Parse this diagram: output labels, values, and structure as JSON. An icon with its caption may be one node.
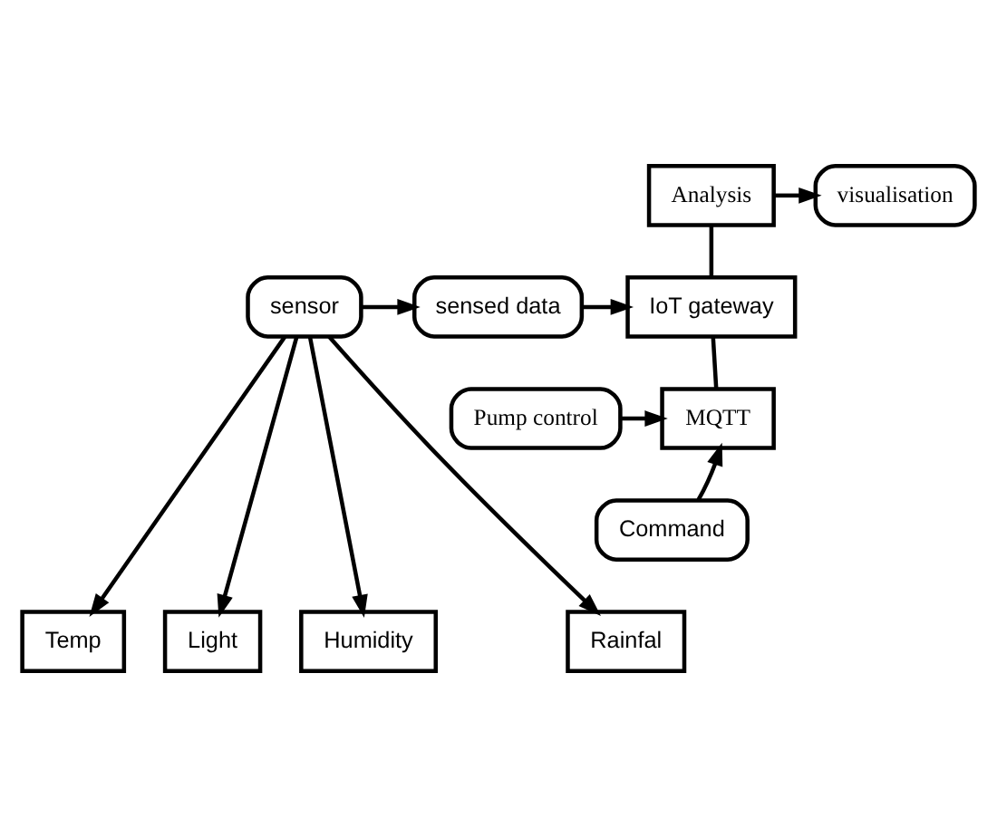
{
  "diagram": {
    "nodes": [
      {
        "text": [
          "Analysis"
        ]
      },
      {
        "text": [
          "visualisation"
        ]
      },
      {
        "text": [
          "sensor"
        ]
      },
      {
        "text": [
          "sensed data"
        ]
      },
      {
        "text": [
          "IoT gateway"
        ]
      },
      {
        "text": [
          "MQTT"
        ]
      },
      {
        "text": [
          "Pump control"
        ]
      },
      {
        "text": [
          "Command"
        ]
      },
      {
        "text": [
          "Humidity"
        ]
      },
      {
        "text": [
          "Rainfal"
        ]
      },
      {
        "text": [
          "Temp"
        ]
      },
      {
        "text": [
          "Light"
        ]
      }
    ],
    "edges": [
      {
        "from": 2,
        "to": 3,
        "arrow": "to"
      },
      {
        "from": 3,
        "to": 4,
        "arrow": "to"
      },
      {
        "from": 0,
        "to": 4,
        "arrow": "none"
      },
      {
        "from": 0,
        "to": 1,
        "arrow": "to"
      },
      {
        "from": 4,
        "to": 5,
        "arrow": "none"
      },
      {
        "from": 6,
        "to": 5,
        "arrow": "to"
      },
      {
        "from": 7,
        "to": 5,
        "arrow": "to"
      },
      {
        "from": 2,
        "to": 8,
        "arrow": "to"
      },
      {
        "from": 2,
        "to": 9,
        "arrow": "to"
      },
      {
        "from": 2,
        "to": 10,
        "arrow": "to"
      },
      {
        "from": 2,
        "to": 11,
        "arrow": "to"
      }
    ]
  }
}
